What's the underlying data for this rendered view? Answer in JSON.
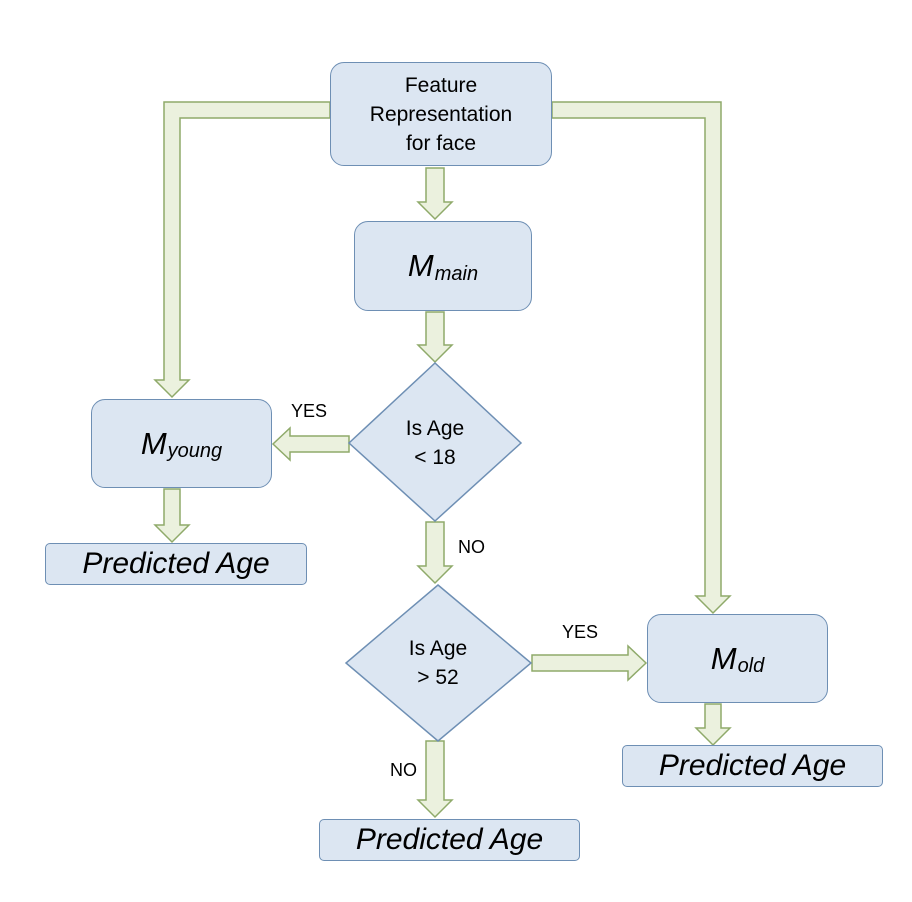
{
  "top_box": {
    "lines": [
      "Feature",
      "Representation",
      "for face"
    ]
  },
  "main_model": {
    "symbol": "M",
    "subscript": "main"
  },
  "young_model": {
    "symbol": "M",
    "subscript": "young"
  },
  "old_model": {
    "symbol": "M",
    "subscript": "old"
  },
  "decision_young": {
    "line1": "Is Age",
    "line2": "< 18"
  },
  "decision_old": {
    "line1": "Is Age",
    "line2": "> 52"
  },
  "labels": {
    "yes_young": "YES",
    "no_first": "NO",
    "yes_old": "YES",
    "no_second": "NO"
  },
  "results": {
    "left": "Predicted Age",
    "right": "Predicted Age",
    "bottom": "Predicted Age"
  },
  "colors": {
    "box_fill": "#dce6f2",
    "box_border": "#6e8fb4",
    "arrow_fill": "#ebf1de",
    "arrow_border": "#8faa6a"
  }
}
